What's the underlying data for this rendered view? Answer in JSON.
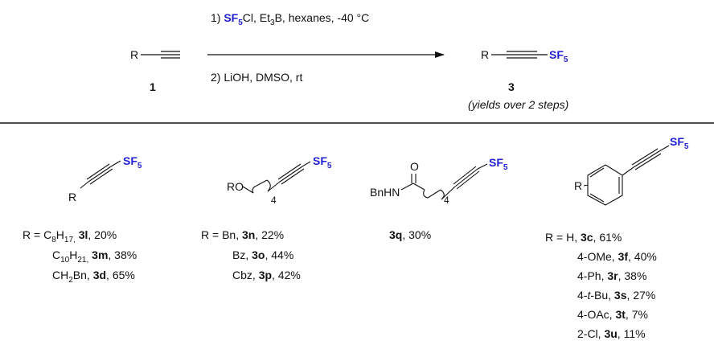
{
  "reaction": {
    "step1": {
      "pre": "1) ",
      "reagent": "SF",
      "reagent_sub": "5",
      "rest": "Cl,  Et",
      "et_sub": "3",
      "rest2": "B, hexanes, -40 °C"
    },
    "step2": "2) LiOH, DMSO, rt",
    "reactant": {
      "r": "R",
      "number": "1"
    },
    "product": {
      "r": "R",
      "sf": "SF",
      "sf_sub": "5",
      "number": "3",
      "note": "(yields over 2 steps)"
    }
  },
  "structures": {
    "alkyl": {
      "r": "R",
      "sf": "SF",
      "sf_sub": "5",
      "entries": [
        {
          "prefix": "R = ",
          "formula": "C",
          "sub1": "8",
          "mid": "H",
          "sub2": "17,",
          "code": "3l",
          "yield": ", 20%"
        },
        {
          "formula": "C",
          "sub1": "10",
          "mid": "H",
          "sub2": "21,",
          "code": "3m",
          "yield": ", 38%"
        },
        {
          "formula": "CH",
          "sub1": "2",
          "mid": "Bn,",
          "code": "3d",
          "yield": ", 65%"
        }
      ]
    },
    "ether": {
      "ro": "RO",
      "count": "4",
      "sf": "SF",
      "sf_sub": "5",
      "entries": [
        {
          "prefix": "R = ",
          "group": "Bn, ",
          "code": "3n",
          "yield": ", 22%"
        },
        {
          "group": "Bz, ",
          "code": "3o",
          "yield": ", 44%"
        },
        {
          "group": "Cbz, ",
          "code": "3p",
          "yield": ", 42%"
        }
      ]
    },
    "amide": {
      "o": "O",
      "nh": "BnHN",
      "count": "4",
      "sf": "SF",
      "sf_sub": "5",
      "entries": [
        {
          "code": "3q",
          "yield": ", 30%"
        }
      ]
    },
    "aryl": {
      "r": "R",
      "sf": "SF",
      "sf_sub": "5",
      "entries": [
        {
          "prefix": "R = ",
          "group": "H, ",
          "code": "3c",
          "yield": ", 61%"
        },
        {
          "group": "4-OMe, ",
          "code": "3f",
          "yield": ", 40%"
        },
        {
          "group": "4-Ph, ",
          "code": "3r",
          "yield": ", 38%"
        },
        {
          "group_a": "4-",
          "group_it": "t",
          "group_b": "-Bu, ",
          "code": "3s",
          "yield": ", 27%"
        },
        {
          "group": "4-OAc, ",
          "code": "3t",
          "yield": ", 7%"
        },
        {
          "group": "2-Cl, ",
          "code": "3u",
          "yield": ", 11%"
        }
      ]
    }
  }
}
